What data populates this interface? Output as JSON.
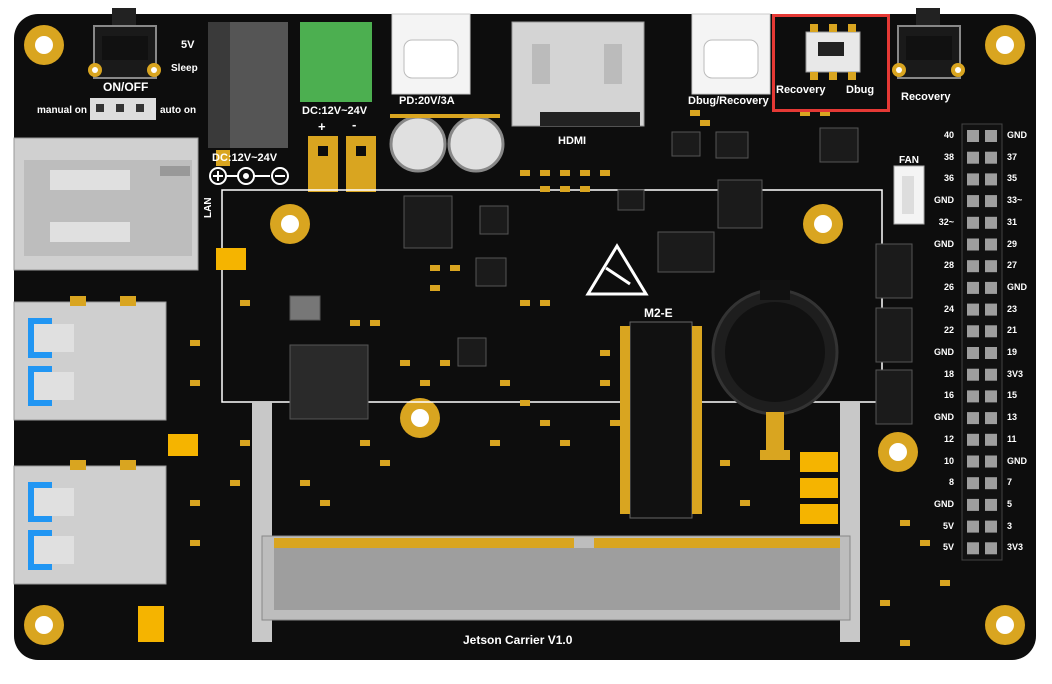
{
  "board": {
    "name": "Jetson Carrier V1.0",
    "colors": {
      "pcb": "#0d0d0d",
      "gold": "#d9a520",
      "silk": "#ffffff",
      "highlight": "#e53935",
      "green": "#4caf50"
    }
  },
  "labels": {
    "power_button": "ON/OFF",
    "mode_5v": "5V",
    "mode_sleep": "Sleep",
    "manual_on": "manual on",
    "auto_on": "auto on",
    "dc_jack": "DC:12V~24V",
    "terminal": "DC:12V~24V",
    "terminal_plus": "+",
    "terminal_minus": "-",
    "pd": "PD:20V/3A",
    "hdmi": "HDMI",
    "dbug_recovery": "Dbug/Recovery",
    "switch_recovery": "Recovery",
    "switch_dbug": "Dbug",
    "recovery_button": "Recovery",
    "fan": "FAN",
    "lan": "LAN",
    "m2": "M2-E"
  },
  "gpio": {
    "left": [
      "40",
      "38",
      "36",
      "GND",
      "32~",
      "GND",
      "28",
      "26",
      "24",
      "22",
      "GND",
      "18",
      "16",
      "GND",
      "12",
      "10",
      "8",
      "GND",
      "5V",
      "5V"
    ],
    "right": [
      "GND",
      "37",
      "35",
      "33~",
      "31",
      "29",
      "27",
      "GND",
      "23",
      "21",
      "19",
      "3V3",
      "15",
      "13",
      "11",
      "GND",
      "7",
      "5",
      "3",
      "3V3"
    ]
  }
}
